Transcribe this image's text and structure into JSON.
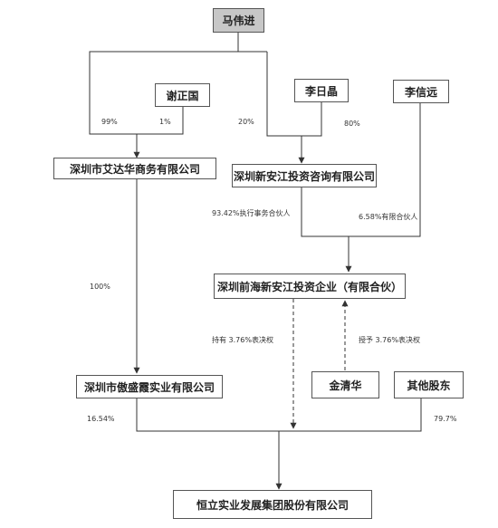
{
  "entities": {
    "ma_weijin": "马伟进",
    "xie_zhengguo": "谢正国",
    "li_rijing": "李日晶",
    "li_xinyuan": "李信远",
    "aidahua": "深圳市艾达华商务有限公司",
    "xinanjiang_consult": "深圳新安江投资咨询有限公司",
    "qianhai_xinanjiang": "深圳前海新安江投资企业（有限合伙）",
    "aoshengxia": "深圳市傲盛霞实业有限公司",
    "jin_qinghua": "金清华",
    "other_shareholders": "其他股东",
    "hengli": "恒立实业发展集团股份有限公司"
  },
  "percentages": {
    "ma_to_aidahua": "99%",
    "xie_to_aidahua": "1%",
    "ma_to_consult": "20%",
    "li_to_consult": "80%",
    "consult_gp": "93.42%执行事务合伙人",
    "lixinyuan_lp": "6.58%有限合伙人",
    "aidahua_to_aoshengxia": "100%",
    "qianhai_holds_votes": "持有 3.76%表决权",
    "jin_grants_votes": "授予 3.76%表决权",
    "aoshengxia_to_hengli": "16.54%",
    "others_to_hengli": "79.7%"
  }
}
